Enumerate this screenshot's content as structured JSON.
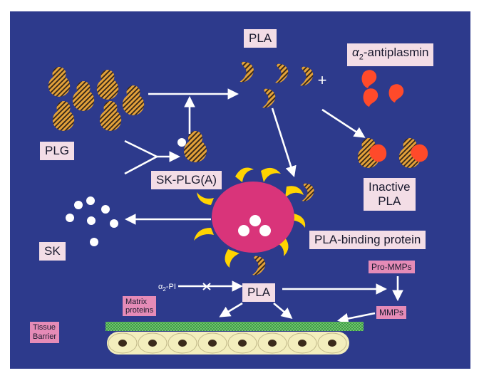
{
  "labels": {
    "pla_top": "PLA",
    "antiplasmin_symbol": "α",
    "antiplasmin_sub": "2",
    "antiplasmin_rest": "-antiplasmin",
    "plus": "+",
    "plg": "PLG",
    "sk_plg": "SK-PLG(A)",
    "inactive_line1": "Inactive",
    "inactive_line2": "PLA",
    "sk": "SK",
    "pla_binding": "PLA-binding protein",
    "pla_bottom": "PLA",
    "a2pi_symbol": "α",
    "a2pi_sub": "2",
    "a2pi_rest": "-PI",
    "pro_mmps": "Pro-MMPs",
    "mmps": "MMPs",
    "matrix_line1": "Matrix",
    "matrix_line2": "proteins",
    "tissue_line1": "Tissue",
    "tissue_line2": "Barrier"
  },
  "colors": {
    "background": "#2d3a8c",
    "label_bg": "#f3dde6",
    "pink_box": "#e58bb7",
    "cell": "#d9347a",
    "antiplasmin": "#ff4a2a",
    "matrix_band": "#2f8f3a",
    "barrier_cell": "#f3eebd"
  }
}
